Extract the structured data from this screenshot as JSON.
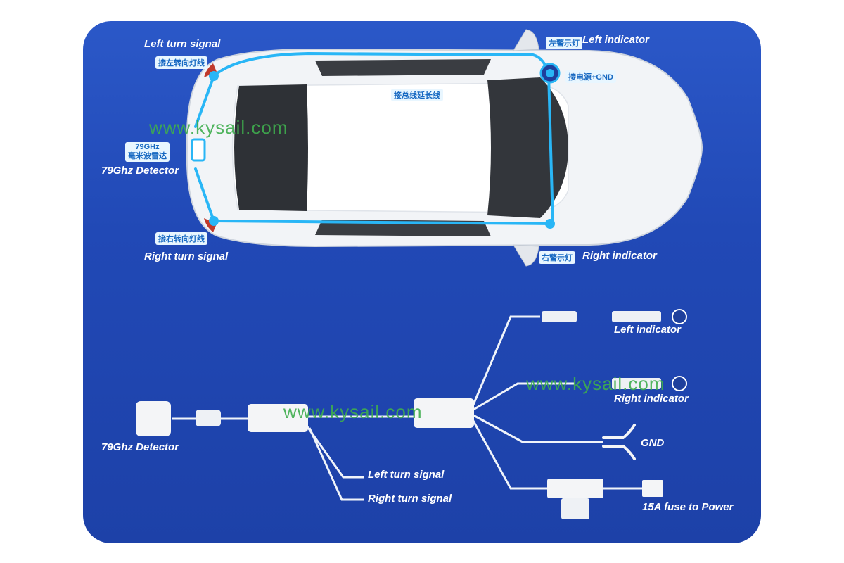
{
  "watermark": "www.kysail.com",
  "car_labels": {
    "left_turn_signal": "Left turn signal",
    "left_turn_signal_cn": "接左转向灯线",
    "main_extension_cn": "接总线延长线",
    "left_indicator_cn": "左警示灯",
    "left_indicator": "Left indicator",
    "power_gnd_cn": "接电源+GND",
    "radar_cn_line1": "79GHz",
    "radar_cn_line2": "毫米波雷达",
    "detector": "79Ghz Detector",
    "right_turn_signal_cn": "接右转向灯线",
    "right_turn_signal": "Right turn signal",
    "right_indicator_cn": "右警示灯",
    "right_indicator": "Right indicator"
  },
  "harness_labels": {
    "left_indicator": "Left indicator",
    "right_indicator": "Right indicator",
    "gnd": "GND",
    "fuse": "15A fuse to Power",
    "detector": "79Ghz Detector",
    "left_turn_signal": "Left turn signal",
    "right_turn_signal": "Right turn signal"
  },
  "colors": {
    "panel": "#2149b6",
    "wire": "#29b6f6",
    "label": "#ffffff",
    "watermark": "#3fae4e"
  }
}
